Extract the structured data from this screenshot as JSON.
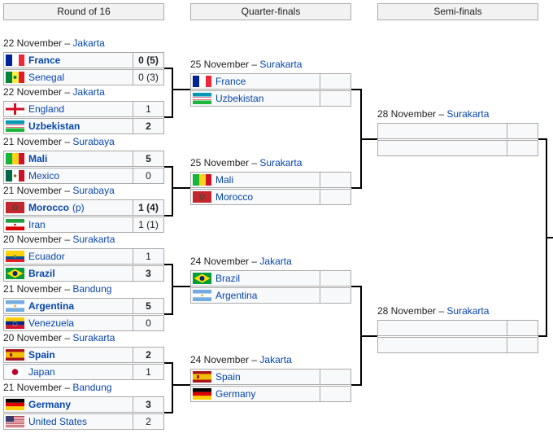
{
  "rounds": {
    "r16": "Round of 16",
    "qf": "Quarter-finals",
    "sf": "Semi-finals"
  },
  "r16": [
    {
      "date": "22 November",
      "venue": "Jakarta",
      "t1": {
        "name": "France",
        "flag": "france",
        "score": "0 (5)",
        "winner": true
      },
      "t2": {
        "name": "Senegal",
        "flag": "senegal",
        "score": "0 (3)",
        "winner": false
      }
    },
    {
      "date": "22 November",
      "venue": "Jakarta",
      "t1": {
        "name": "England",
        "flag": "england",
        "score": "1",
        "winner": false
      },
      "t2": {
        "name": "Uzbekistan",
        "flag": "uzbekistan",
        "score": "2",
        "winner": true
      }
    },
    {
      "date": "21 November",
      "venue": "Surabaya",
      "t1": {
        "name": "Mali",
        "flag": "mali",
        "score": "5",
        "winner": true
      },
      "t2": {
        "name": "Mexico",
        "flag": "mexico",
        "score": "0",
        "winner": false
      }
    },
    {
      "date": "21 November",
      "venue": "Surabaya",
      "t1": {
        "name": "Morocco",
        "flag": "morocco",
        "score": "1 (4)",
        "winner": true,
        "suffix": "(p)"
      },
      "t2": {
        "name": "Iran",
        "flag": "iran",
        "score": "1 (1)",
        "winner": false
      }
    },
    {
      "date": "20 November",
      "venue": "Surakarta",
      "t1": {
        "name": "Ecuador",
        "flag": "ecuador",
        "score": "1",
        "winner": false
      },
      "t2": {
        "name": "Brazil",
        "flag": "brazil",
        "score": "3",
        "winner": true
      }
    },
    {
      "date": "21 November",
      "venue": "Bandung",
      "t1": {
        "name": "Argentina",
        "flag": "argentina",
        "score": "5",
        "winner": true
      },
      "t2": {
        "name": "Venezuela",
        "flag": "venezuela",
        "score": "0",
        "winner": false
      }
    },
    {
      "date": "20 November",
      "venue": "Surakarta",
      "t1": {
        "name": "Spain",
        "flag": "spain",
        "score": "2",
        "winner": true
      },
      "t2": {
        "name": "Japan",
        "flag": "japan",
        "score": "1",
        "winner": false
      }
    },
    {
      "date": "21 November",
      "venue": "Bandung",
      "t1": {
        "name": "Germany",
        "flag": "germany",
        "score": "3",
        "winner": true
      },
      "t2": {
        "name": "United States",
        "flag": "usa",
        "score": "2",
        "winner": false
      }
    }
  ],
  "qf": [
    {
      "date": "25 November",
      "venue": "Surakarta",
      "t1": {
        "name": "France",
        "flag": "france",
        "score": ""
      },
      "t2": {
        "name": "Uzbekistan",
        "flag": "uzbekistan",
        "score": ""
      }
    },
    {
      "date": "25 November",
      "venue": "Surakarta",
      "t1": {
        "name": "Mali",
        "flag": "mali",
        "score": ""
      },
      "t2": {
        "name": "Morocco",
        "flag": "morocco",
        "score": ""
      }
    },
    {
      "date": "24 November",
      "venue": "Jakarta",
      "t1": {
        "name": "Brazil",
        "flag": "brazil",
        "score": ""
      },
      "t2": {
        "name": "Argentina",
        "flag": "argentina",
        "score": ""
      }
    },
    {
      "date": "24 November",
      "venue": "Jakarta",
      "t1": {
        "name": "Spain",
        "flag": "spain",
        "score": ""
      },
      "t2": {
        "name": "Germany",
        "flag": "germany",
        "score": ""
      }
    }
  ],
  "sf": [
    {
      "date": "28 November",
      "venue": "Surakarta",
      "t1": {
        "name": "",
        "flag": "",
        "score": ""
      },
      "t2": {
        "name": "",
        "flag": "",
        "score": ""
      }
    },
    {
      "date": "28 November",
      "venue": "Surakarta",
      "t1": {
        "name": "",
        "flag": "",
        "score": ""
      },
      "t2": {
        "name": "",
        "flag": "",
        "score": ""
      }
    }
  ]
}
